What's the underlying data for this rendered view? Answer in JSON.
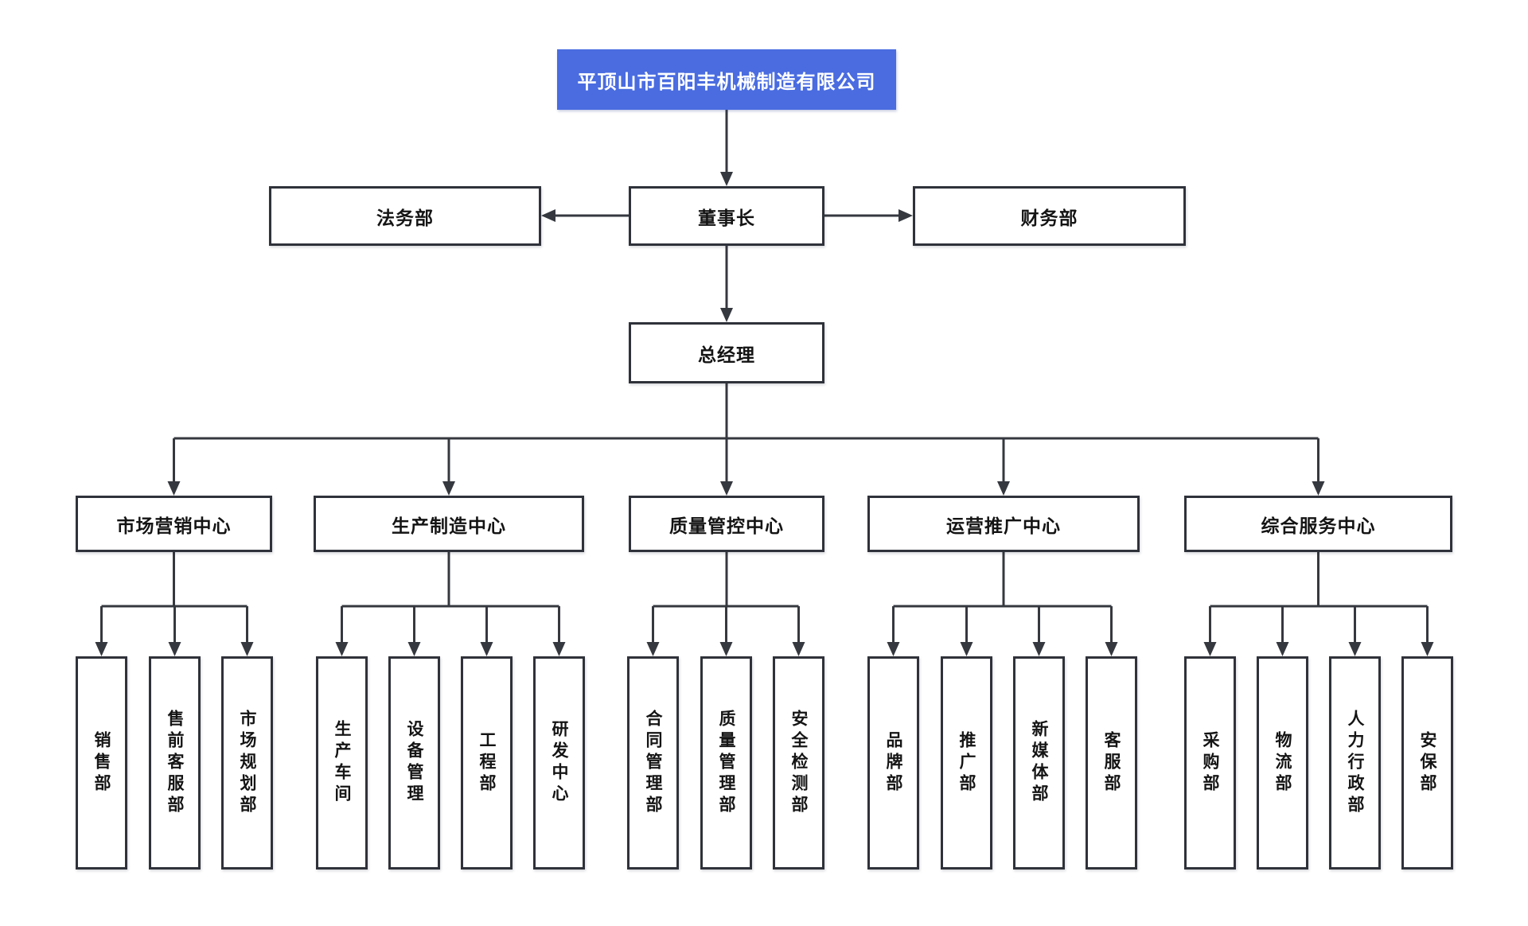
{
  "company": {
    "name": "平顶山市百阳丰机械制造有限公司"
  },
  "level2": {
    "chairman": "董事长",
    "legal": "法务部",
    "finance": "财务部"
  },
  "level3": {
    "general_manager": "总经理"
  },
  "centers": [
    {
      "label": "市场营销中心",
      "children": [
        "销售部",
        "售前客服部",
        "市场规划部"
      ]
    },
    {
      "label": "生产制造中心",
      "children": [
        "生产车间",
        "设备管理",
        "工程部",
        "研发中心"
      ]
    },
    {
      "label": "质量管控中心",
      "children": [
        "合同管理部",
        "质量管理部",
        "安全检测部"
      ]
    },
    {
      "label": "运营推广中心",
      "children": [
        "品牌部",
        "推广部",
        "新媒体部",
        "客服部"
      ]
    },
    {
      "label": "综合服务中心",
      "children": [
        "采购部",
        "物流部",
        "人力行政部",
        "安保部"
      ]
    }
  ],
  "colors": {
    "root_bg": "#4a6ce0",
    "root_text": "#ffffff",
    "line": "#35383f",
    "node_border": "#2f323a",
    "node_bg": "#ffffff",
    "node_text": "#141414"
  }
}
